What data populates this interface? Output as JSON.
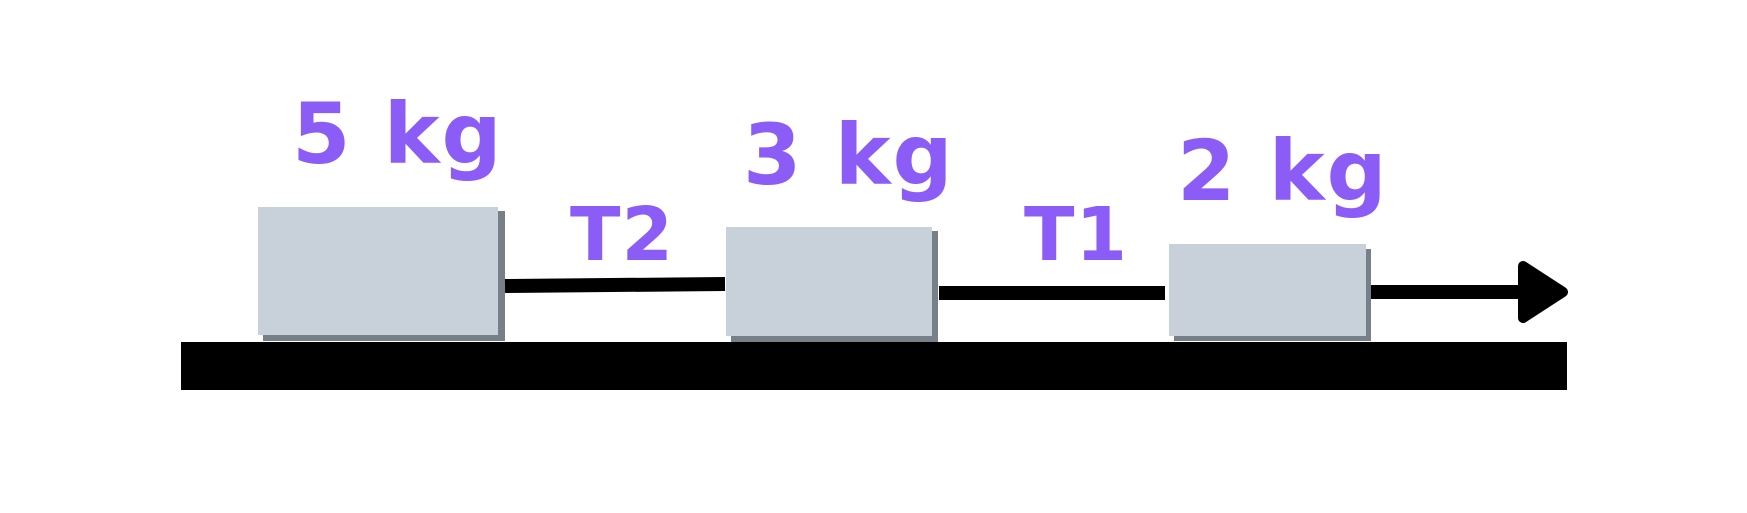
{
  "colors": {
    "label": "#8b5cf6",
    "block_fill": "#c8d0d9",
    "block_shadow": "#778089",
    "line": "#000000",
    "background": "#ffffff"
  },
  "blocks": [
    {
      "mass_label": "5 kg"
    },
    {
      "mass_label": "3 kg"
    },
    {
      "mass_label": "2 kg"
    }
  ],
  "ropes": [
    {
      "tension_label": "T2"
    },
    {
      "tension_label": "T1"
    }
  ],
  "icons": {
    "pull_arrow": "arrow-right-icon"
  }
}
